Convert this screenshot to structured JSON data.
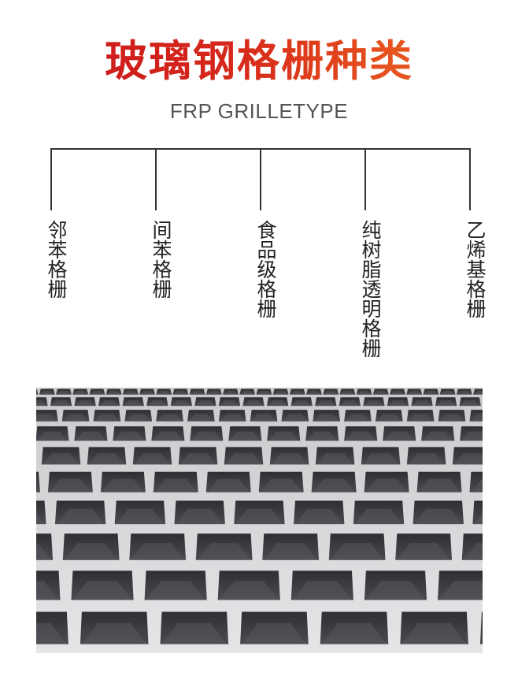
{
  "header": {
    "title": "玻璃钢格栅种类",
    "subtitle": "FRP GRILLETYPE"
  },
  "types": [
    {
      "label": "邻苯格栅"
    },
    {
      "label": "间苯格栅"
    },
    {
      "label": "食品级格栅"
    },
    {
      "label": "纯树脂透明格栅"
    },
    {
      "label": "乙烯基格栅"
    }
  ],
  "colors": {
    "title_start": "#c8141d",
    "title_end": "#ec6a22",
    "line": "#333333",
    "grating_bar": "#d7d8da",
    "grating_cell": "#3b3c40"
  },
  "photo": {
    "icon": "frp-grating-photo"
  }
}
